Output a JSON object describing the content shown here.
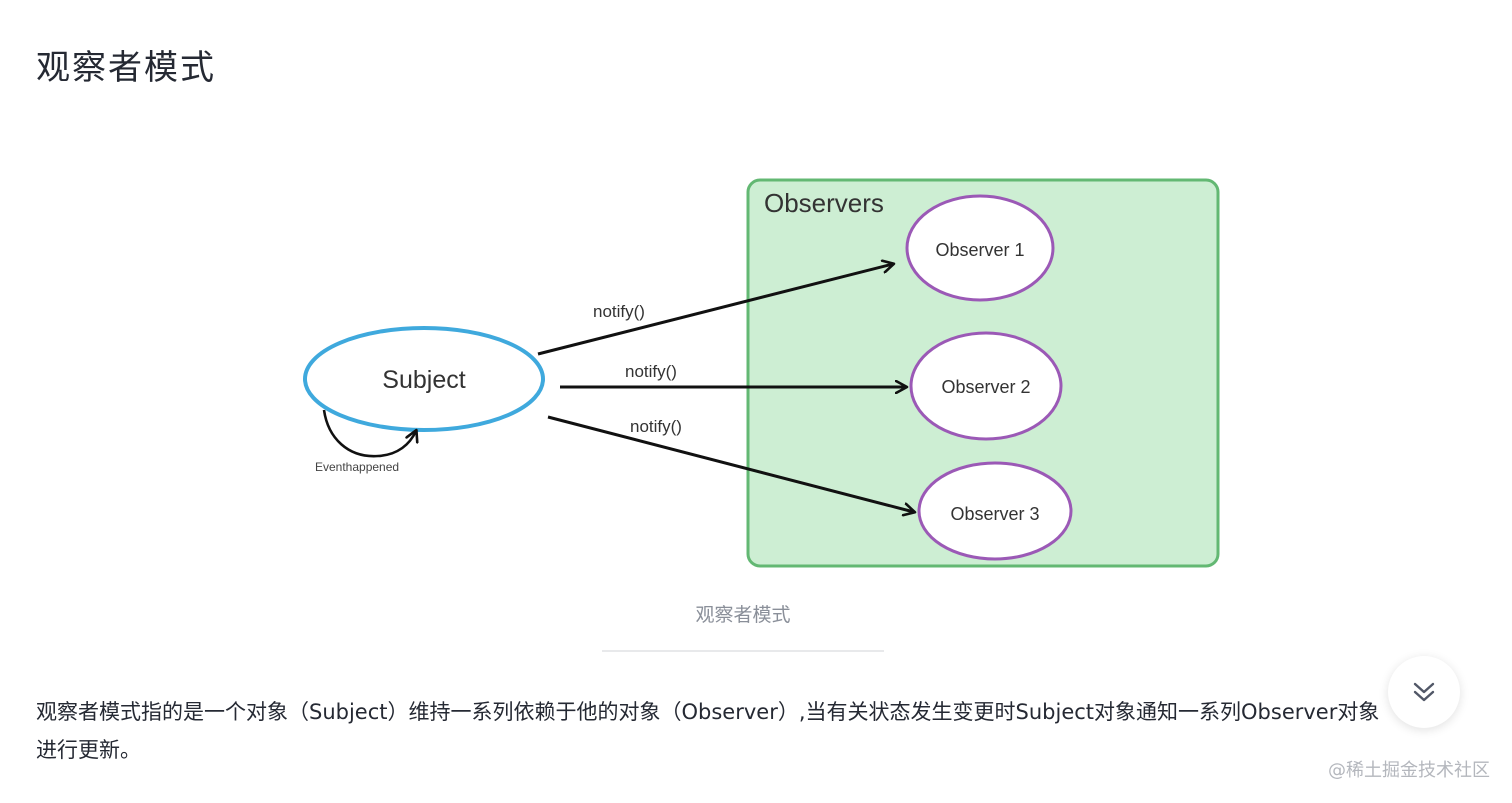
{
  "article": {
    "title": "观察者模式",
    "paragraph_line1": "观察者模式指的是一个对象（Subject）维持一系列依赖于他的对象（Observer）,当有关状态发生变更时Subject对象通知一系列Observer对象",
    "paragraph_line2": "进行更新。"
  },
  "figure": {
    "caption": "观察者模式",
    "group_label": "Observers",
    "subject_label": "Subject",
    "self_loop_label": "Eventhappened",
    "observers": [
      {
        "label": "Observer 1"
      },
      {
        "label": "Observer 2"
      },
      {
        "label": "Observer 3"
      }
    ],
    "edges": [
      {
        "label": "notify()",
        "to": "Observer 1"
      },
      {
        "label": "notify()",
        "to": "Observer 2"
      },
      {
        "label": "notify()",
        "to": "Observer 3"
      }
    ],
    "colors": {
      "subject_stroke": "#3fa9dd",
      "observer_stroke": "#9b59b6",
      "group_fill": "#cdeed3",
      "group_stroke": "#63b873"
    }
  },
  "watermark": "@稀土掘金技术社区",
  "icons": {
    "scroll_down": "double-chevron-down-icon"
  }
}
